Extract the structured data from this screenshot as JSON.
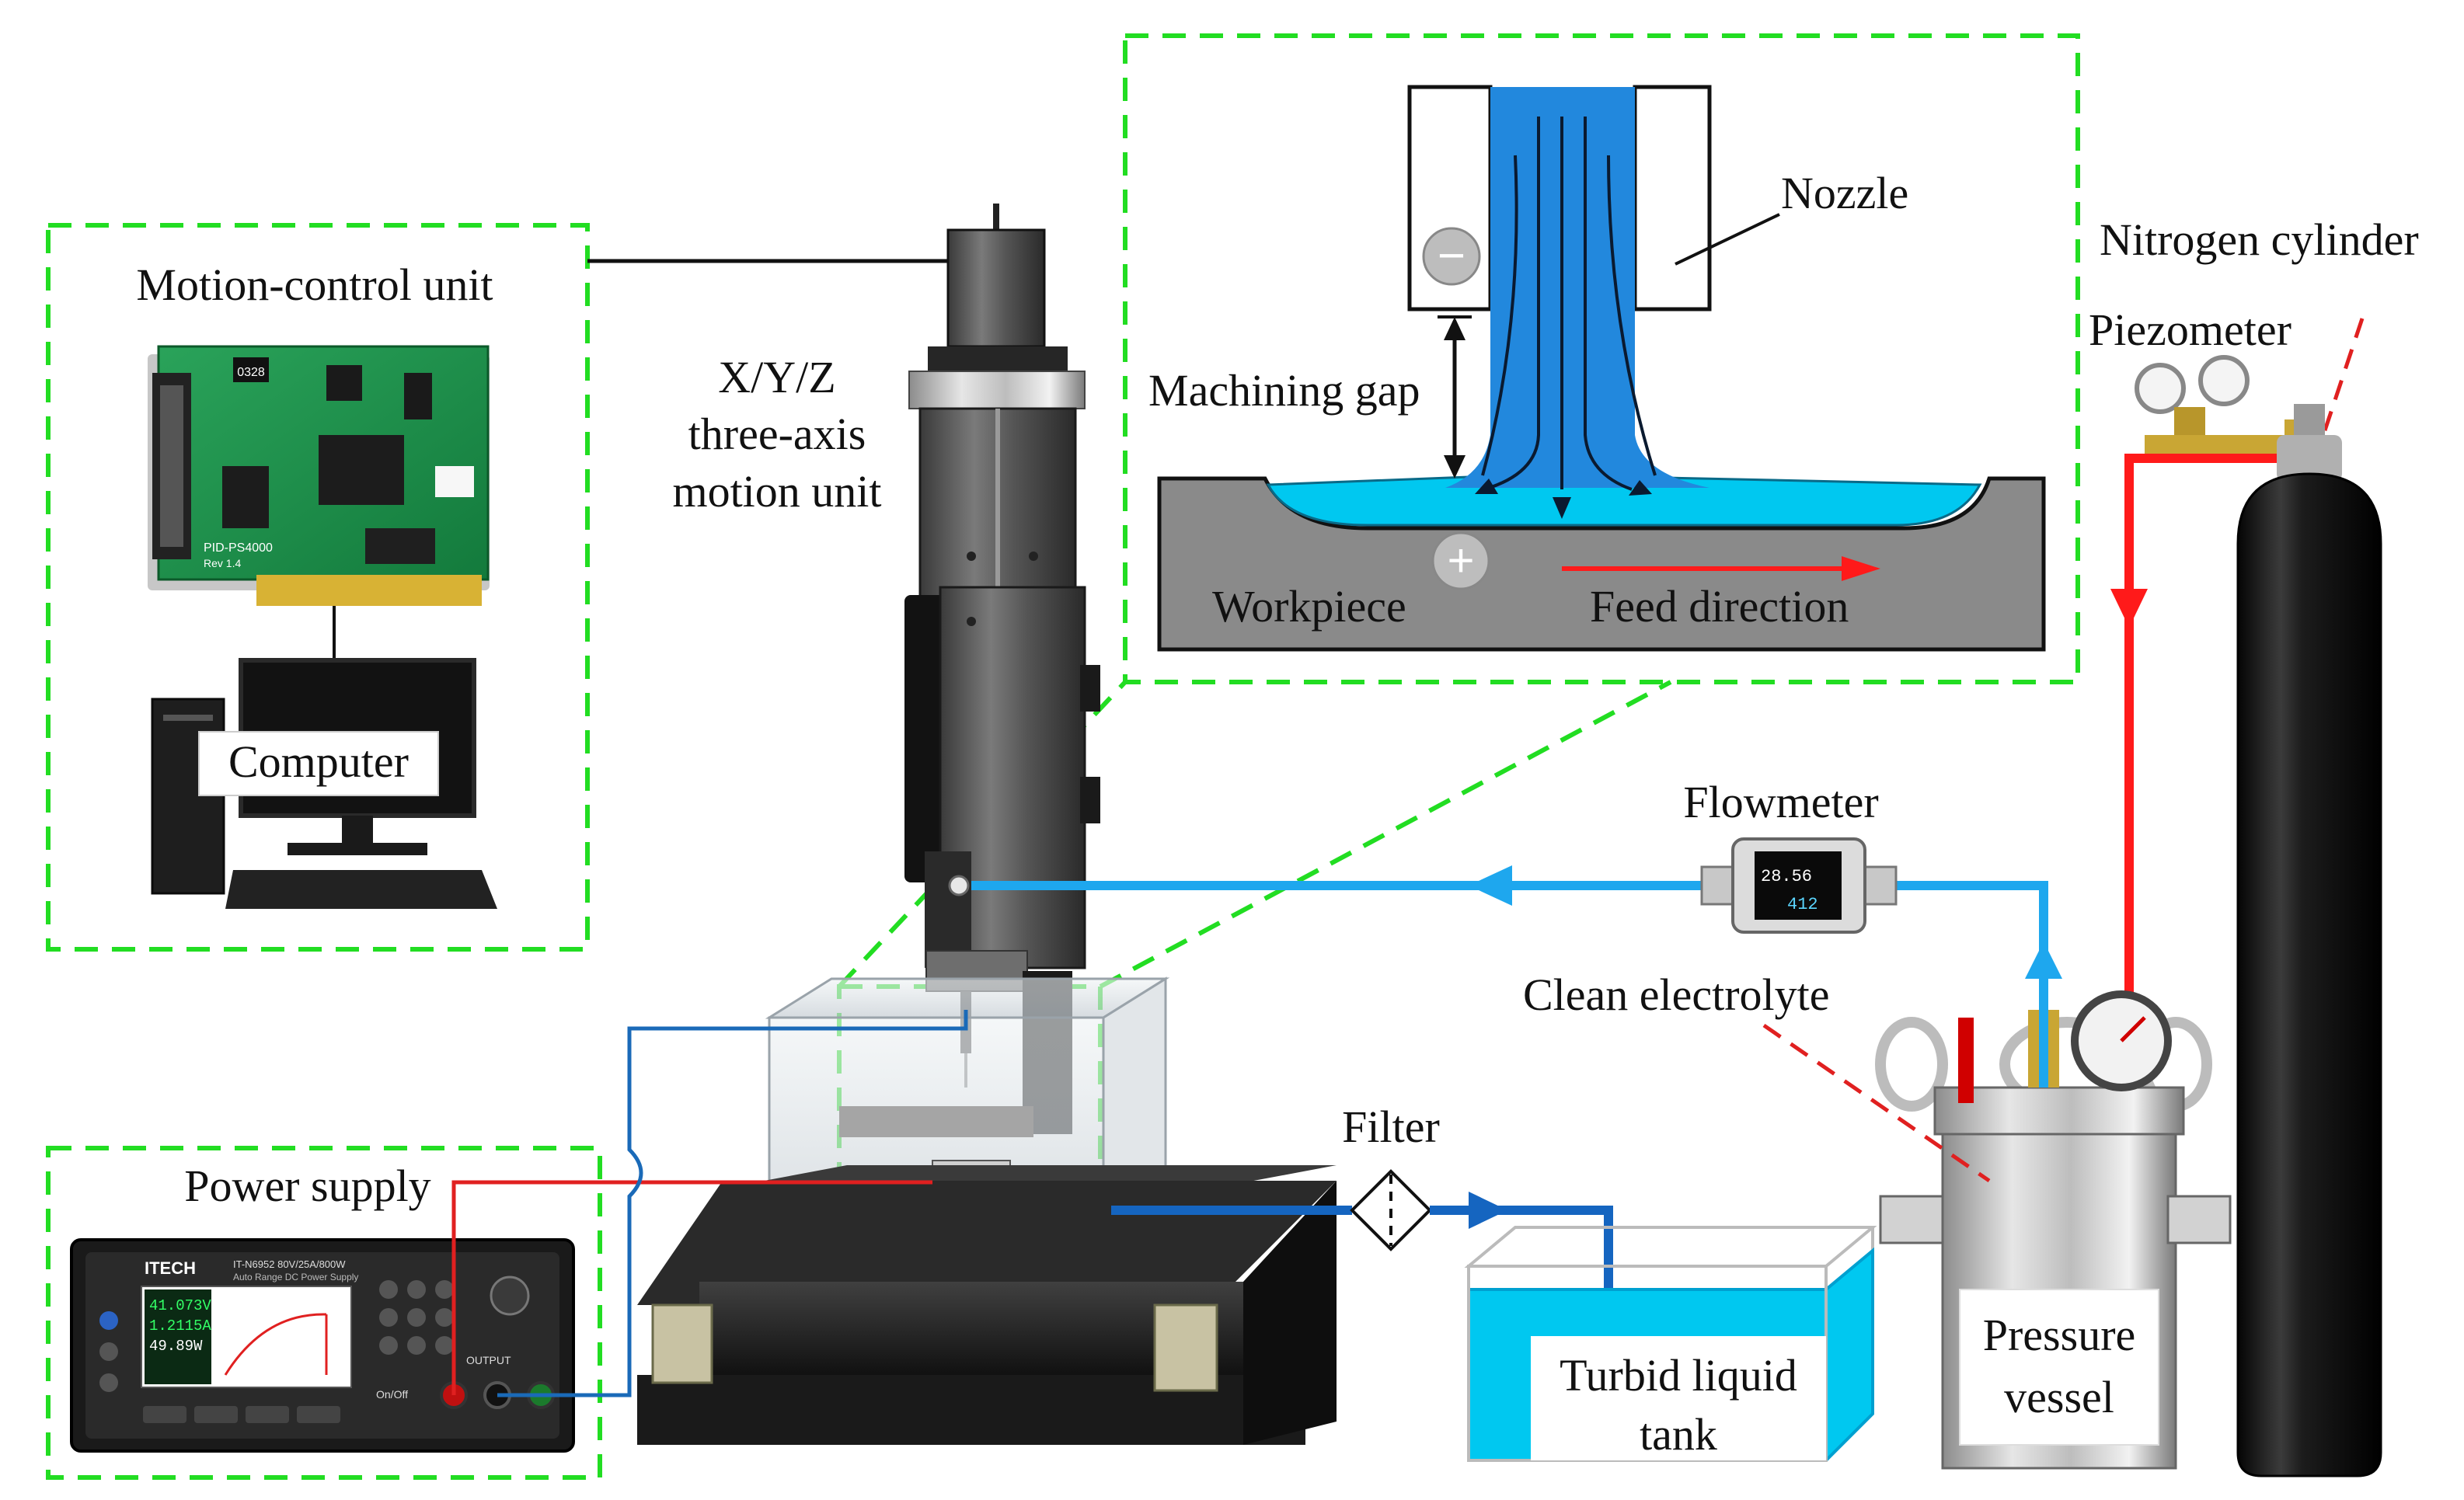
{
  "colors": {
    "dash_green": "#22dd22",
    "gas_red": "#ff1a1a",
    "clean_blue": "#1ea7ee",
    "turbid_blue": "#1565c0",
    "jet_blue": "#2288dd",
    "pool_cyan": "#00c8f0",
    "workpiece_gray": "#8a8a8a",
    "wire_red": "#e02020",
    "wire_blue": "#1a6ab8"
  },
  "labels": {
    "motion_control_unit": "Motion-control unit",
    "computer": "Computer",
    "xyz_line1": "X/Y/Z",
    "xyz_line2": "three-axis",
    "xyz_line3": "motion unit",
    "nozzle": "Nozzle",
    "machining_gap": "Machining gap",
    "workpiece": "Workpiece",
    "feed_direction": "Feed direction",
    "nitrogen_cylinder": "Nitrogen cylinder",
    "piezometer": "Piezometer",
    "flowmeter": "Flowmeter",
    "clean_electrolyte": "Clean electrolyte",
    "filter": "Filter",
    "power_supply": "Power supply",
    "turbid_line1": "Turbid liquid",
    "turbid_line2": "tank",
    "pressure_line1": "Pressure",
    "pressure_line2": "vessel",
    "minus_sign": "−",
    "plus_sign": "+"
  },
  "device_text": {
    "card_chip": "0328",
    "card_model": "PID-PS4000",
    "card_rev": "Rev 1.4",
    "ps_brand": "ITECH",
    "ps_model": "IT-N6952 80V/25A/800W",
    "ps_subtitle": "Auto Range DC Power Supply",
    "ps_voltage": "41.073V",
    "ps_current": "1.2115A",
    "ps_power": "49.89W",
    "ps_output": "OUTPUT",
    "ps_onoff": "On/Off",
    "flow_reading_1": "28.56",
    "flow_reading_2": "412"
  }
}
